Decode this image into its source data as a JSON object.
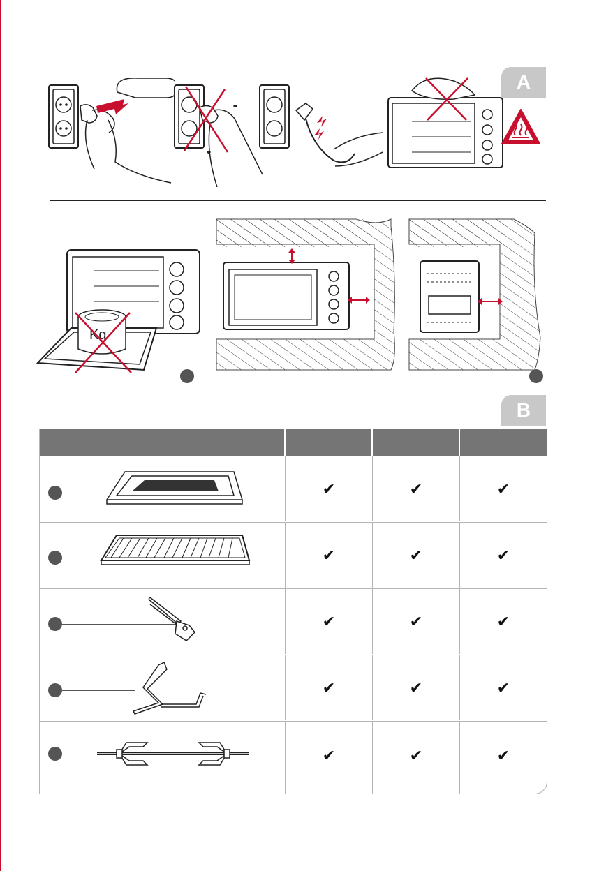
{
  "sections": {
    "a": {
      "tab": "A"
    },
    "b": {
      "tab": "B"
    }
  },
  "illustrations": {
    "row1": [
      "plug-insert-icon",
      "no-wet-hands-icon",
      "no-pull-cord-icon",
      "no-touch-hot-oven-icon",
      "hot-surface-warning-icon"
    ],
    "row2": [
      "no-heavy-load-on-door-icon",
      "front-clearance-icon",
      "side-clearance-icon"
    ],
    "weight_label": "Kg"
  },
  "table": {
    "header": [
      "",
      "",
      "",
      ""
    ],
    "rows": [
      {
        "accessory": "baking-tray-icon",
        "checks": [
          "✔",
          "✔",
          "✔"
        ]
      },
      {
        "accessory": "wire-rack-icon",
        "checks": [
          "✔",
          "✔",
          "✔"
        ]
      },
      {
        "accessory": "tray-handle-icon",
        "checks": [
          "✔",
          "✔",
          "✔"
        ]
      },
      {
        "accessory": "rotisserie-handle-icon",
        "checks": [
          "✔",
          "✔",
          "✔"
        ]
      },
      {
        "accessory": "rotisserie-spit-icon",
        "checks": [
          "✔",
          "✔",
          "✔"
        ]
      }
    ]
  },
  "colors": {
    "accent": "#c8102e",
    "tab": "#c8c8c8",
    "header": "#757575",
    "line": "#222222"
  }
}
